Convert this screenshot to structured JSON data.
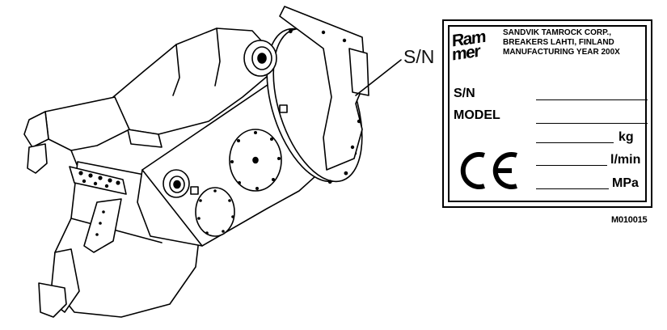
{
  "callout": {
    "label": "S/N"
  },
  "plate": {
    "logo": {
      "line1": "Ram",
      "line2": "mer"
    },
    "manufacturer": {
      "line1": "SANDVIK TAMROCK CORP.,",
      "line2": "BREAKERS LAHTI, FINLAND",
      "line3": "MANUFACTURING YEAR 200X"
    },
    "fields": {
      "serial_label": "S/N",
      "model_label": "MODEL"
    },
    "units": {
      "mass": "kg",
      "flow": "l/min",
      "pressure": "MPa"
    },
    "ce_mark": "CE"
  },
  "drawing_code": "M010015",
  "colors": {
    "line": "#000000",
    "background": "#ffffff"
  }
}
